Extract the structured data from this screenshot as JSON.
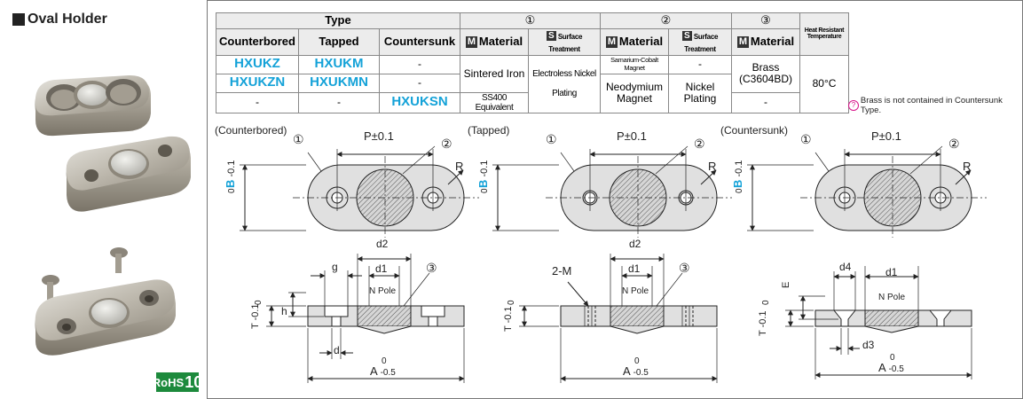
{
  "title": "Oval Holder",
  "rohs": {
    "text": "RoHS",
    "number": "10"
  },
  "table": {
    "group_type": "Type",
    "group_1": "①",
    "group_2": "②",
    "group_3": "③",
    "heat_header_line1": "Heat Resistant",
    "heat_header_line2": "Temperature",
    "col_counterbored": "Counterbored",
    "col_tapped": "Tapped",
    "col_countersunk": "Countersunk",
    "material_label": "Material",
    "surface_label": "Surface Treatment",
    "badge_m": "M",
    "badge_s": "S",
    "rows": [
      {
        "counterbored": "HXUKZ",
        "tapped": "HXUKM",
        "countersunk": "-"
      },
      {
        "counterbored": "HXUKZN",
        "tapped": "HXUKMN",
        "countersunk": "-"
      },
      {
        "counterbored": "-",
        "tapped": "-",
        "countersunk": "HXUKSN"
      }
    ],
    "m1_top": "Sintered Iron",
    "m1_bottom": "SS400 Equivalent",
    "s1_line1": "Electroless Nickel",
    "s1_line2": "Plating",
    "m2_top": "Samarium-Cobalt Magnet",
    "m2_line1": "Neodymium",
    "m2_line2": "Magnet",
    "s2_top": "-",
    "s2_bottom": "Nickel Plating",
    "m3_line1": "Brass",
    "m3_line2": "(C3604BD)",
    "m3_bottom": "-",
    "heat_value": "80°C"
  },
  "note": "Brass is not contained in Countersunk Type.",
  "drawings": {
    "label_counterbored": "(Counterbored)",
    "label_tapped": "(Tapped)",
    "label_countersunk": "(Countersunk)",
    "pitch": "P±0.1",
    "callout_1": "①",
    "callout_2": "②",
    "callout_3": "③",
    "r": "R",
    "b_tol_upper": "0",
    "b_tol_lower": "-0.1",
    "b_letter": "B",
    "d2": "d2",
    "d1": "d1",
    "g": "g",
    "h": "h",
    "d": "d",
    "n_pole": "N Pole",
    "t_tol_upper": "0",
    "t_tol_lower": "-0.1",
    "t_letter": "T",
    "a_tol_upper": "0",
    "a_letter": "A",
    "a_tol_lower": "-0.5",
    "two_m": "2-M",
    "d4": "d4",
    "e": "E",
    "d3": "d3"
  },
  "colors": {
    "accent": "#14a2d8",
    "rohs_green": "#1d8a3c",
    "note_icon": "#d8158a"
  }
}
